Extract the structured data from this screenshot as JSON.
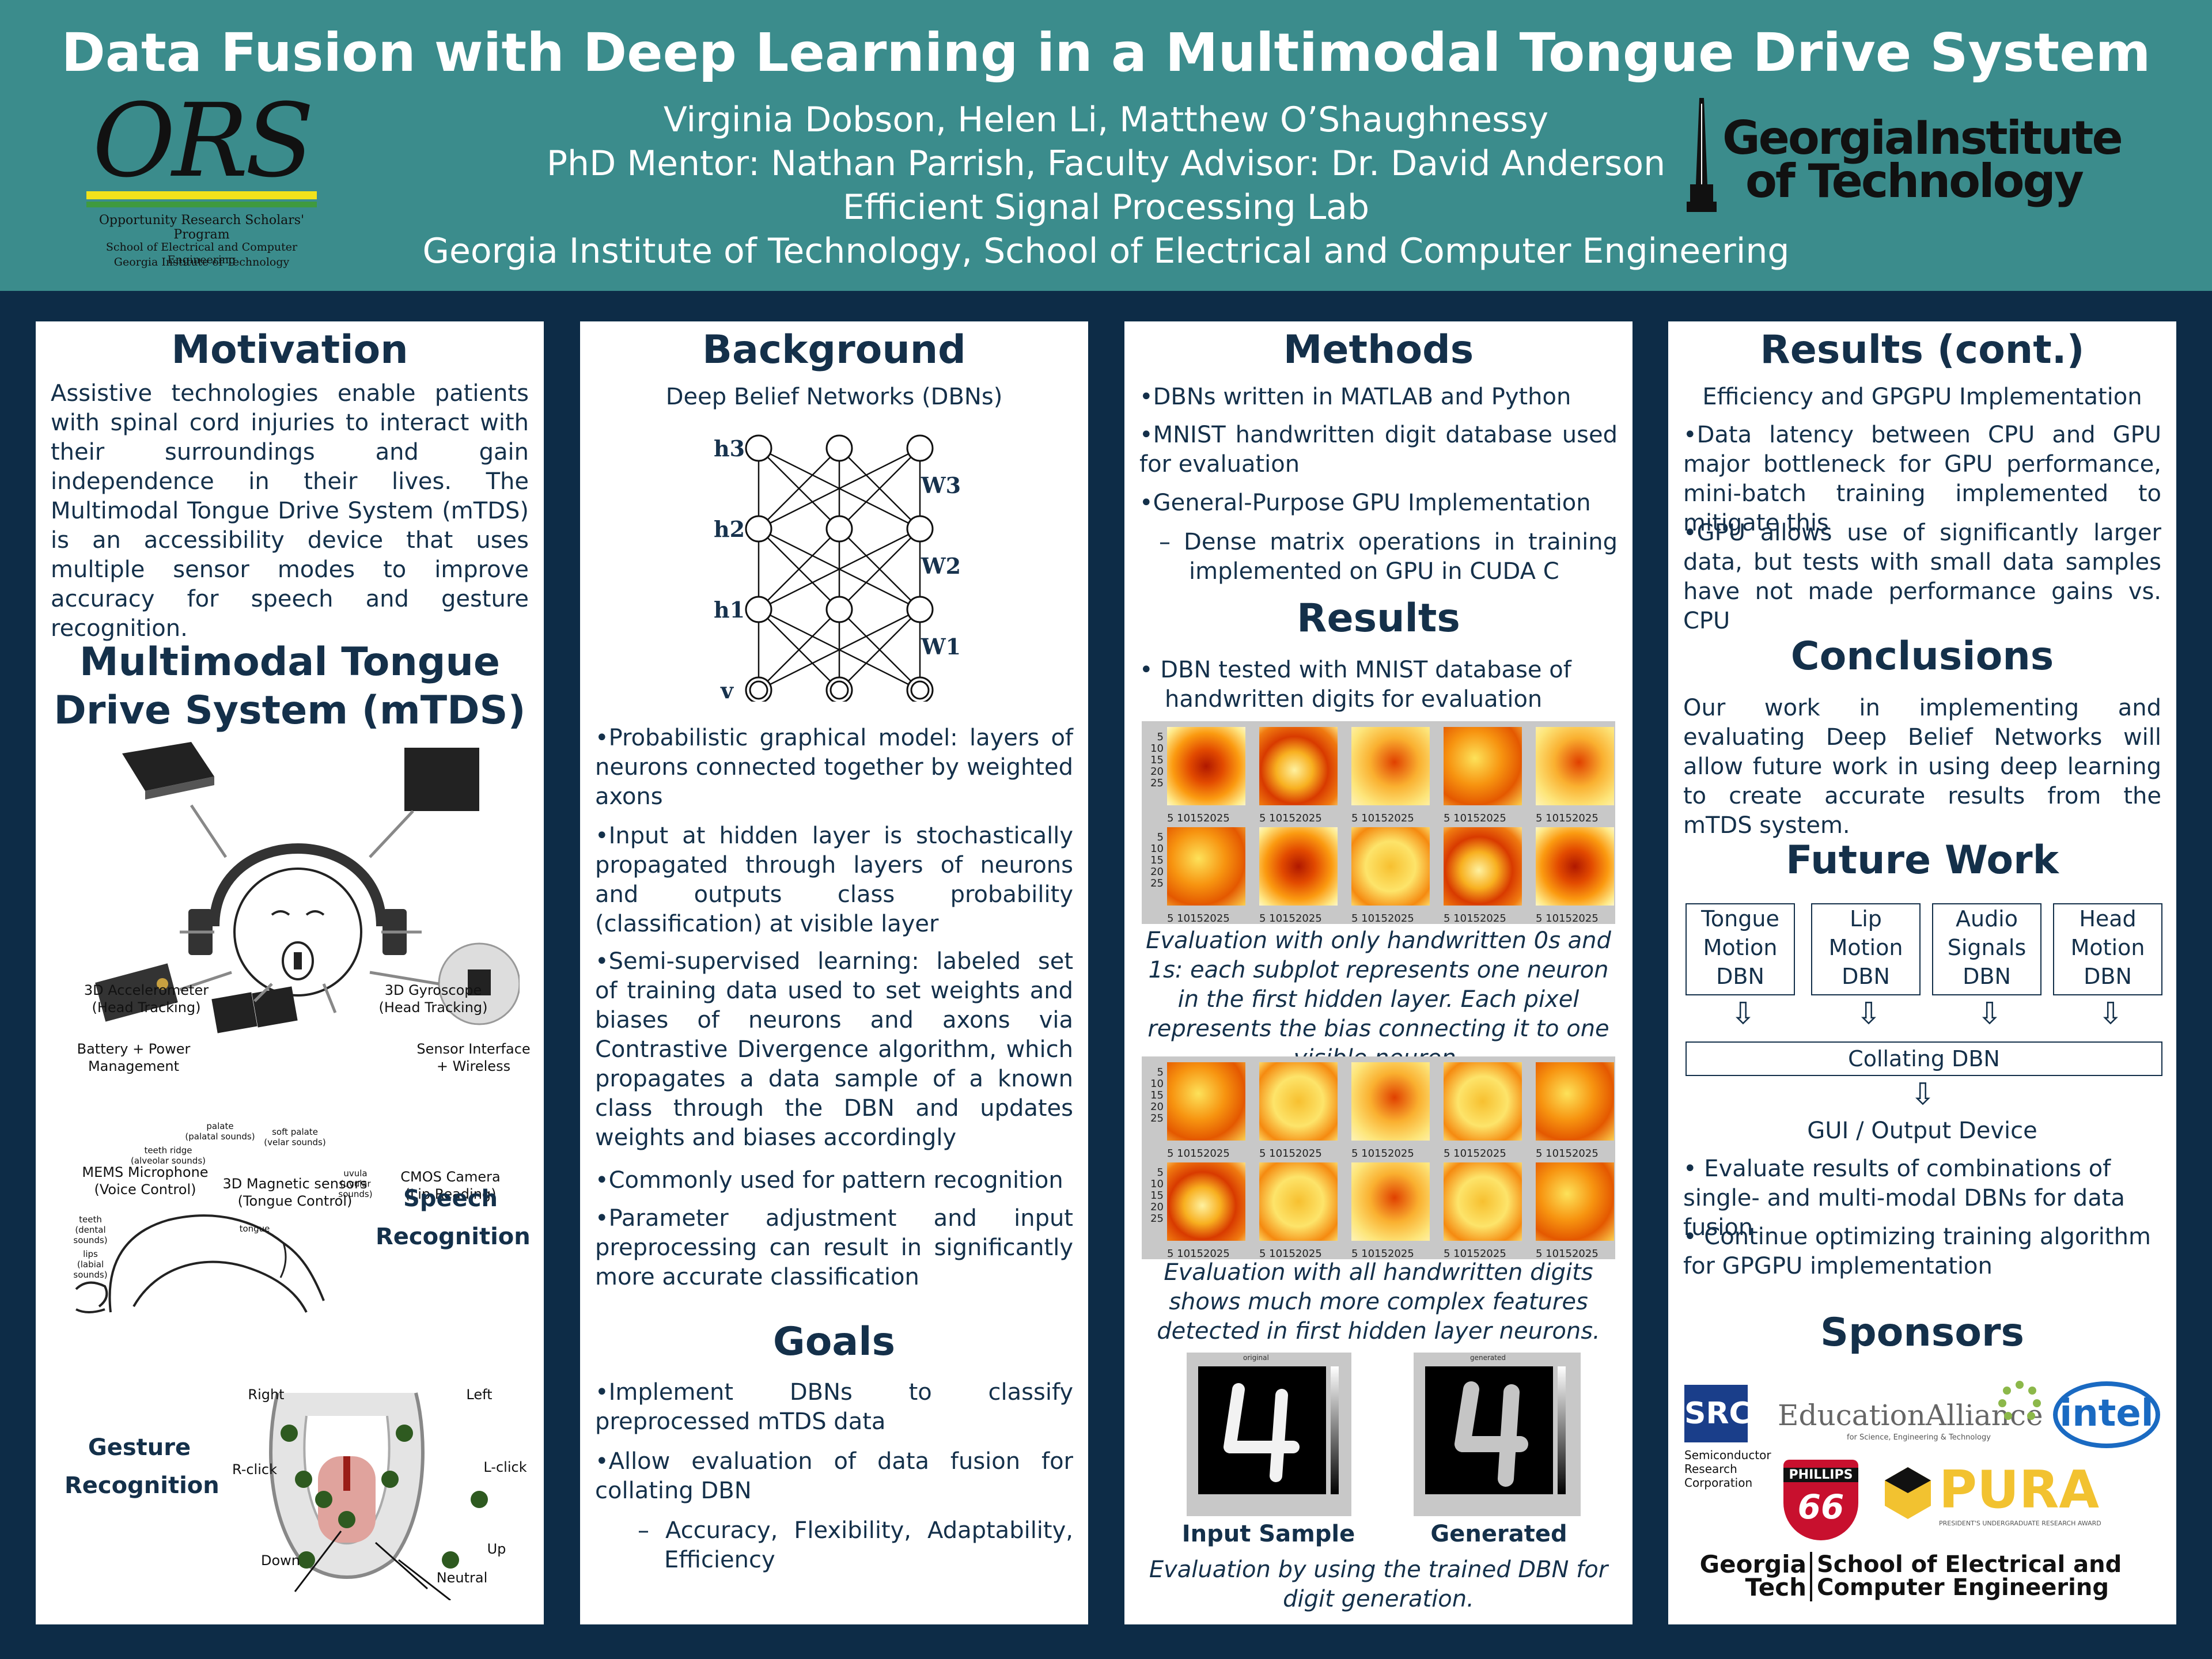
{
  "header": {
    "title": "Data Fusion with Deep Learning in a Multimodal Tongue Drive System",
    "authors": "Virginia Dobson, Helen Li, Matthew O’Shaughnessy",
    "mentors": "PhD Mentor: Nathan Parrish, Faculty Advisor: Dr. David Anderson",
    "lab": "Efficient Signal Processing Lab",
    "institution": "Georgia Institute of Technology, School of Electrical and Computer Engineering"
  },
  "logos": {
    "ors": {
      "mark": "ORS",
      "program": "Opportunity Research Scholars' Program",
      "school_line1": "School of Electrical and Computer Engineering",
      "school_line2": "Georgia Institute of Technology"
    },
    "gt": {
      "line1": "GeorgiaInstitute",
      "line2": "of Technology"
    }
  },
  "motivation": {
    "heading": "Motivation",
    "text": "Assistive technologies enable patients with spinal cord injuries to interact with their surroundings and gain independence in their lives. The Multimodal Tongue Drive System (mTDS) is an accessibility device that uses multiple sensor modes to improve accuracy for speech and gesture recognition."
  },
  "mtds": {
    "heading_line1": "Multimodal Tongue",
    "heading_line2": "Drive System (mTDS)",
    "components": {
      "accel_1": "3D Accelerometer",
      "accel_2": "(Head Tracking)",
      "gyro_1": "3D Gyroscope",
      "gyro_2": "(Head Tracking)",
      "battery_1": "Battery + Power",
      "battery_2": "Management",
      "sensor_1": "Sensor Interface",
      "sensor_2": "+ Wireless",
      "mic_1": "MEMS Microphone",
      "mic_2": "(Voice Control)",
      "mag_1": "3D Magnetic sensors",
      "mag_2": "(Tongue Control)",
      "cam_1": "CMOS Camera",
      "cam_2": "(Lip Reading)"
    },
    "speech_label_1": "Speech",
    "speech_label_2": "Recognition",
    "gesture_label_1": "Gesture",
    "gesture_label_2": "Recognition",
    "mouth_labels": {
      "palate": "palate",
      "palate_sub": "(palatal sounds)",
      "soft_palate": "soft palate",
      "soft_palate_sub": "(velar sounds)",
      "teeth_ridge": "teeth ridge",
      "teeth_ridge_sub": "(alveolar sounds)",
      "uvula": "uvula",
      "uvula_sub": "(uvular sounds)",
      "teeth": "teeth",
      "teeth_sub": "(dental sounds)",
      "lips": "lips",
      "lips_sub": "(labial sounds)",
      "tongue": "tongue"
    },
    "gestures": {
      "right": "Right",
      "left": "Left",
      "rclick": "R-click",
      "lclick": "L-click",
      "up": "Up",
      "down": "Down",
      "neutral": "Neutral"
    }
  },
  "background": {
    "heading": "Background",
    "subheading": "Deep Belief Networks (DBNs)",
    "diagram": {
      "h3": "h3",
      "h2": "h2",
      "h1": "h1",
      "v": "v",
      "w3": "W3",
      "w2": "W2",
      "w1": "W1"
    },
    "bullets": [
      "•Probabilistic graphical model: layers of neurons connected together by weighted axons",
      "•Input at hidden layer is stochastically propagated through layers of neurons and outputs class probability (classification) at visible layer",
      "•Semi-supervised learning: labeled set of training data used to set weights and biases of neurons and axons via Contrastive Divergence algorithm, which propagates a data sample of a known class through the DBN and updates weights and biases accordingly",
      "•Commonly used for pattern recognition",
      "•Parameter adjustment and input preprocessing can result in significantly more accurate classification"
    ]
  },
  "goals": {
    "heading": "Goals",
    "bullets": [
      "•Implement DBNs to classify preprocessed mTDS data",
      "•Allow evaluation of data fusion for collating DBN"
    ],
    "sub_bullet": "– Accuracy, Flexibility, Adaptability, Efficiency"
  },
  "methods": {
    "heading": "Methods",
    "bullets": [
      "•DBNs written in MATLAB and Python",
      "•MNIST handwritten digit database used for evaluation",
      "•General-Purpose GPU Implementation"
    ],
    "sub_bullet": "– Dense matrix operations in training implemented on GPU in CUDA C"
  },
  "results": {
    "heading": "Results",
    "bullet": "• DBN tested with MNIST database of handwritten digits for evaluation",
    "tick_y": [
      "5",
      "10",
      "15",
      "20",
      "25"
    ],
    "tick_x": "5 10152025",
    "caption1": "Evaluation with only handwritten 0s and 1s: each subplot represents one neuron in the first hidden layer.  Each pixel represents the bias connecting it to one visible neuron.",
    "caption2": "Evaluation with all handwritten digits shows much more complex features detected in first hidden layer neurons.",
    "input_label": "Input Sample",
    "generated_label": "Generated",
    "input_plot_title": "original",
    "generated_plot_title": "generated",
    "caption3": "Evaluation by using the trained DBN for digit generation."
  },
  "results_cont": {
    "heading": "Results (cont.)",
    "subheading": "Efficiency and GPGPU Implementation",
    "bullets": [
      "•Data latency between CPU and GPU major bottleneck for GPU performance, mini-batch training implemented to mitigate this",
      "•GPU allows use of significantly larger data, but tests with small data samples have not made performance gains vs. CPU"
    ]
  },
  "conclusions": {
    "heading": "Conclusions",
    "text": "Our work in implementing and evaluating Deep Belief Networks will allow future work in using deep learning to create accurate results from the mTDS system."
  },
  "future_work": {
    "heading": "Future Work",
    "boxes": [
      "Tongue Motion DBN",
      "Lip Motion DBN",
      "Audio Signals DBN",
      "Head Motion DBN"
    ],
    "collating": "Collating DBN",
    "output": "GUI / Output Device",
    "bullets": [
      "• Evaluate results of combinations of single- and multi-modal DBNs for data fusion",
      "• Continue optimizing training algorithm for GPGPU implementation"
    ]
  },
  "sponsors": {
    "heading": "Sponsors",
    "src_mark": "SRC",
    "src_name1": "Semiconductor",
    "src_name2": "Research",
    "src_name3": "Corporation",
    "education": "EducationAlliance",
    "education_sub": "for Science, Engineering & Technology",
    "intel": "intel",
    "phillips": "PHILLIPS",
    "phillips_num": "66",
    "pura": "PURA",
    "pura_sub": "PRESIDENT'S UNDERGRADUATE RESEARCH AWARD",
    "gt_left1": "Georgia",
    "gt_left2": "Tech",
    "gt_right1": "School of Electrical and",
    "gt_right2": "Computer Engineering"
  }
}
